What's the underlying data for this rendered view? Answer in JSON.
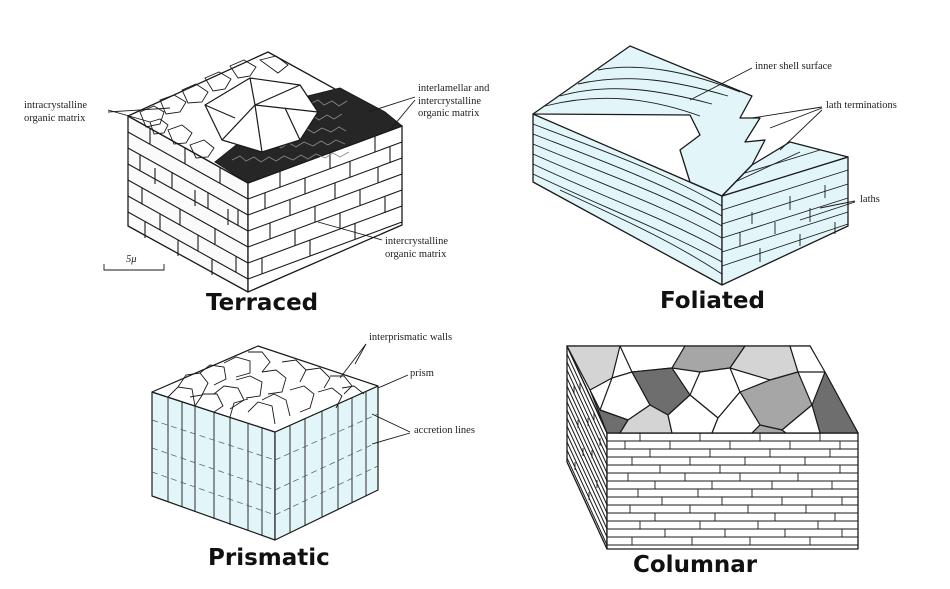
{
  "panels": {
    "terraced": {
      "title": "Terraced",
      "labels": {
        "intracrystalline": "intracrystalline\norganic matrix",
        "interlamellar": "interlamellar and\nintercrystalline\norganic matrix",
        "intercrystalline": "intercrystalline\norganic matrix",
        "scale": "5μ"
      }
    },
    "foliated": {
      "title": "Foliated",
      "labels": {
        "inner_shell": "inner shell surface",
        "lath_terminations": "lath terminations",
        "laths": "laths"
      }
    },
    "prismatic": {
      "title": "Prismatic",
      "labels": {
        "interprismatic": "interprismatic walls",
        "prism": "prism",
        "accretion": "accretion lines"
      }
    },
    "columnar": {
      "title": "Columnar"
    }
  },
  "colors": {
    "line": "#1a1a1a",
    "pale_blue": "#e2f5f8",
    "dark_matrix": "#262626",
    "gray_light": "#d4d4d4",
    "gray_mid": "#a6a6a6",
    "gray_dark": "#6e6e6e"
  }
}
